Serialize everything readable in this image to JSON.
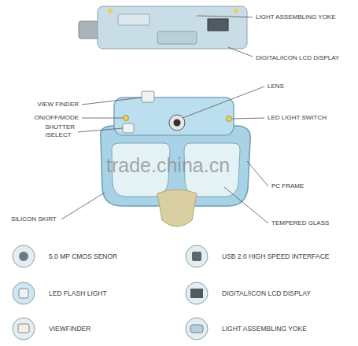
{
  "diagram": {
    "labels": [
      "LIGHT ASSEMBLING YOKE",
      "DIGITAL/ICON LCD DISPLAY",
      "VIEW FINDER",
      "ON/OFF/MODE",
      "SHUTTER /SELECT",
      "LENS",
      "LED LIGHT SWITCH",
      "PC FRAME",
      "SILICON SKIRT",
      "TEMPERED GLASS",
      "5.0 MP CMOS SENOR",
      "USB 2.0 HIGH SPEED INTERFACE",
      "LED FLASH LIGHT",
      "DIGITAL/ICON LCD DISPLAY",
      "VIEWFINDER",
      "LIGHT ASSEMBLING YOKE",
      "trade.china.cn"
    ]
  }
}
